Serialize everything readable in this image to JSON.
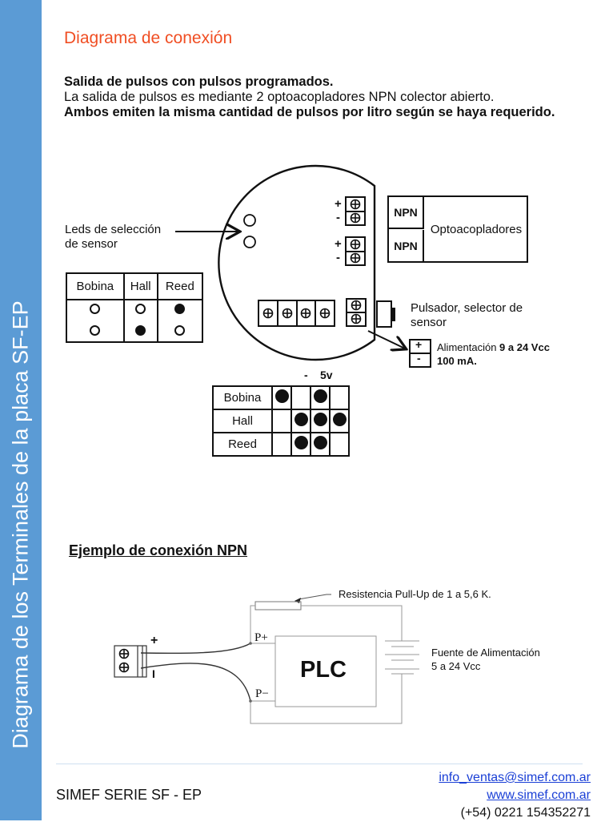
{
  "sidebar": {
    "text": "Diagrama de los Terminales de la placa SF-EP",
    "color": "#5b9bd5"
  },
  "title": "Diagrama de conexión",
  "intro": {
    "line1": "Salida de pulsos con pulsos programados.",
    "line2": "La salida de pulsos es mediante 2 optoacopladores NPN colector abierto.",
    "line3": "Ambos emiten la misma cantidad de pulsos por litro según se haya requerido."
  },
  "diagram1": {
    "leds_label_1": "Leds de selección",
    "leds_label_2": "de sensor",
    "led_table": {
      "headers": [
        "Bobina",
        "Hall",
        "Reed"
      ],
      "rows": [
        [
          "off",
          "off",
          "on"
        ],
        [
          "off",
          "on",
          "off"
        ]
      ]
    },
    "terminal_signs": [
      "+",
      "-",
      "+",
      "-"
    ],
    "npn": [
      "NPN",
      "NPN"
    ],
    "opto_label": "Optoacopladores",
    "pulsador_label_1": "Pulsador, selector de",
    "pulsador_label_2": "sensor",
    "power_signs": [
      "+",
      "-"
    ],
    "power_label_prefix": "Alimentación ",
    "power_label_bold": "9 a 24 Vcc",
    "power_label_2": "100 mA.",
    "jumper_table": {
      "col_labels": [
        "",
        "",
        "-",
        "5v"
      ],
      "rows": [
        {
          "name": "Bobina",
          "cells": [
            true,
            false,
            true,
            false
          ]
        },
        {
          "name": "Hall",
          "cells": [
            false,
            true,
            true,
            true
          ]
        },
        {
          "name": "Reed",
          "cells": [
            false,
            true,
            true,
            false
          ]
        }
      ]
    }
  },
  "diagram2": {
    "section_title": "Ejemplo de conexión NPN",
    "resistor_label": "Resistencia Pull-Up de 1 a 5,6 K.",
    "plc_label": "PLC",
    "p_plus": "P+",
    "p_minus": "P−",
    "source_label_1": "Fuente de Alimentación",
    "source_label_2": "5 a 24 Vcc",
    "terminal_plus": "+",
    "terminal_minus": "I"
  },
  "footer": {
    "product": "SIMEF SERIE SF - EP",
    "email": "info_ventas@simef.com.ar",
    "web": "www.simef.com.ar",
    "phone": "(+54) 0221 154352271"
  }
}
